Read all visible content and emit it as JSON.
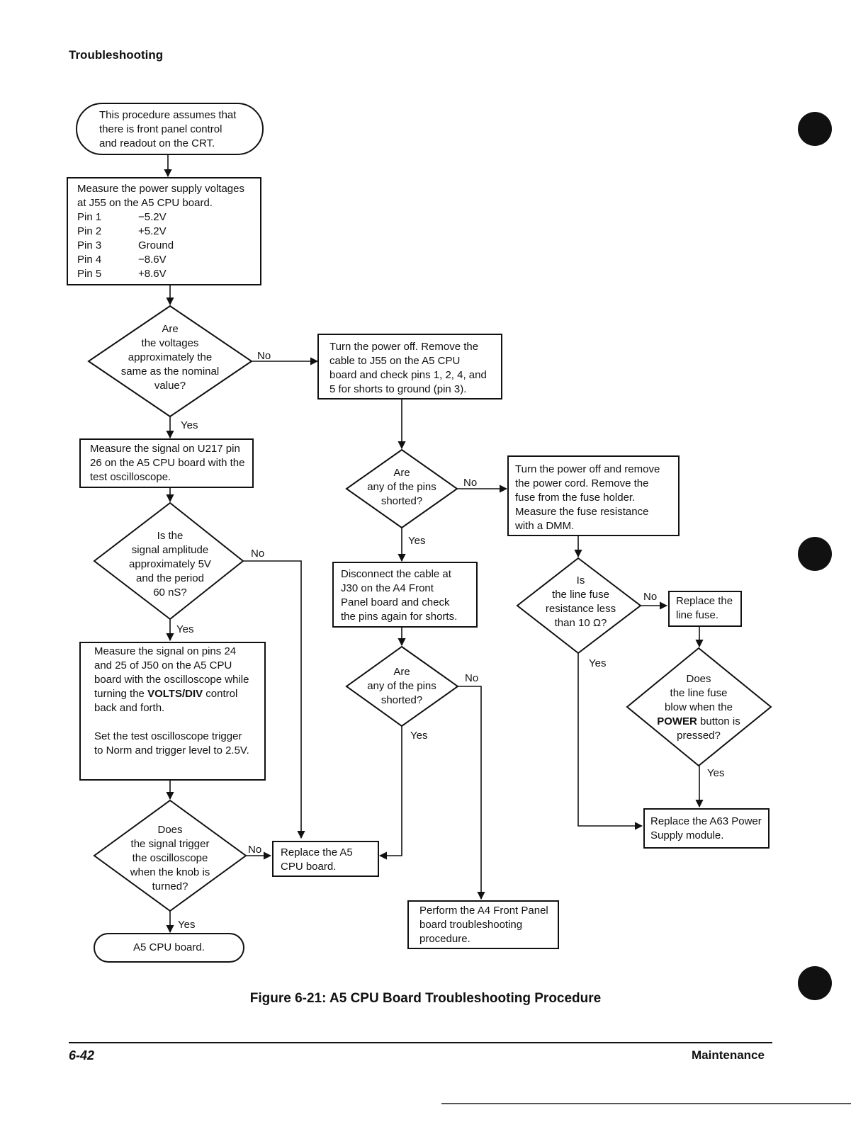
{
  "header": {
    "section": "Troubleshooting"
  },
  "start": {
    "lines": [
      "This procedure assumes that",
      "there is front panel control",
      "and readout on the CRT."
    ]
  },
  "measure_voltages": {
    "lines": [
      "Measure the power supply voltages",
      "at J55 on the A5 CPU board."
    ],
    "pins": [
      {
        "pin": "Pin 1",
        "value": "−5.2V"
      },
      {
        "pin": "Pin 2",
        "value": "+5.2V"
      },
      {
        "pin": "Pin 3",
        "value": "Ground"
      },
      {
        "pin": "Pin 4",
        "value": "−8.6V"
      },
      {
        "pin": "Pin 5",
        "value": "+8.6V"
      }
    ]
  },
  "decision_voltages": {
    "lines": [
      "Are",
      "the voltages",
      "approximately the",
      "same as the nominal",
      "value?"
    ]
  },
  "power_off_j55": {
    "lines": [
      "Turn the power off.  Remove the",
      "cable to J55 on the A5 CPU",
      "board and check pins 1, 2, 4, and",
      "5 for shorts to ground (pin 3)."
    ]
  },
  "measure_u217": {
    "lines": [
      "Measure the signal on U217 pin",
      "26 on the A5 CPU board with the",
      "test oscilloscope."
    ]
  },
  "decision_pins_shorted_1": {
    "lines": [
      "Are",
      "any of the pins",
      "shorted?"
    ]
  },
  "power_off_fuse": {
    "lines": [
      "Turn the power off and remove",
      "the power cord.  Remove the",
      "fuse from the fuse holder.",
      "Measure the fuse resistance",
      "with a DMM."
    ]
  },
  "decision_amplitude": {
    "lines": [
      "Is the",
      "signal amplitude",
      "approximately 5V",
      "and the period",
      "60 nS?"
    ]
  },
  "disconnect_j30": {
    "lines": [
      "Disconnect the cable at",
      "J30 on the A4 Front",
      "Panel board and check",
      "the pins again for shorts."
    ]
  },
  "decision_fuse_resistance": {
    "lines": [
      "Is",
      "the line fuse",
      "resistance less",
      "than 10 Ω?"
    ]
  },
  "replace_fuse": {
    "lines": [
      "Replace the",
      "line fuse."
    ]
  },
  "measure_j50": {
    "line1": "Measure the signal on pins 24",
    "line2": "and 25 of J50 on the A5 CPU",
    "line3": "board with the oscilloscope while",
    "line4_pre": "turning the ",
    "line4_bold": "VOLTS/DIV",
    "line4_post": " control",
    "line5": "back and forth.",
    "line6": "Set the test oscilloscope trigger",
    "line7": "to Norm and trigger level to 2.5V."
  },
  "decision_pins_shorted_2": {
    "lines": [
      "Are",
      "any of the pins",
      "shorted?"
    ]
  },
  "decision_fuse_blow": {
    "line1": "Does",
    "line2": "the line fuse",
    "line3": "blow when the",
    "line4_bold": "POWER",
    "line4_post": " button is",
    "line5": "pressed?"
  },
  "decision_trigger": {
    "lines": [
      "Does",
      "the signal trigger",
      "the oscilloscope",
      "when the knob is",
      "turned?"
    ]
  },
  "replace_a5": {
    "lines": [
      "Replace the A5",
      "CPU board."
    ]
  },
  "replace_a63": {
    "lines": [
      "Replace the A63 Power",
      "Supply module."
    ]
  },
  "perform_a4": {
    "lines": [
      "Perform the A4 Front Panel",
      "board  troubleshooting",
      "procedure."
    ]
  },
  "end": {
    "text": "A5 CPU board."
  },
  "labels": {
    "yes": "Yes",
    "no": "No"
  },
  "caption": "Figure 6-21:  A5 CPU Board Troubleshooting Procedure",
  "footer": {
    "page": "6-42",
    "chapter": "Maintenance"
  }
}
